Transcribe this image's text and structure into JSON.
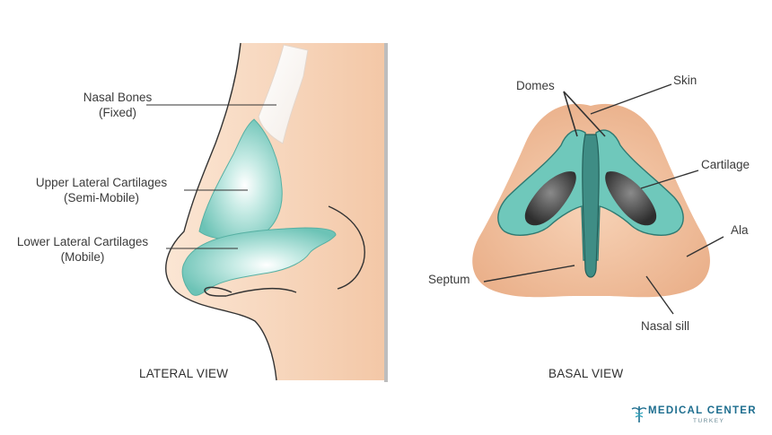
{
  "lateral": {
    "view_title": "LATERAL VIEW",
    "labels": {
      "nasal_bones": [
        "Nasal Bones",
        "(Fixed)"
      ],
      "upper_lateral": [
        "Upper Lateral Cartilages",
        "(Semi-Mobile)"
      ],
      "lower_lateral": [
        "Lower Lateral Cartilages",
        "(Mobile)"
      ]
    }
  },
  "basal": {
    "view_title": "BASAL VIEW",
    "labels": {
      "domes": "Domes",
      "skin": "Skin",
      "cartilage": "Cartilage",
      "ala": "Ala",
      "septum": "Septum",
      "nasal_sill": "Nasal sill"
    }
  },
  "logo": {
    "title": "MEDICAL CENTER",
    "subtitle": "TURKEY"
  },
  "colors": {
    "skin": "#f2c4a2",
    "skin_light": "#f9e0cc",
    "cartilage": "#7fd0c4",
    "cartilage_dark": "#2f7a72",
    "nostril": "#3c3c3c",
    "divider": "#bdbdbd",
    "leader": "#333333",
    "logo": "#1e6e8f"
  }
}
